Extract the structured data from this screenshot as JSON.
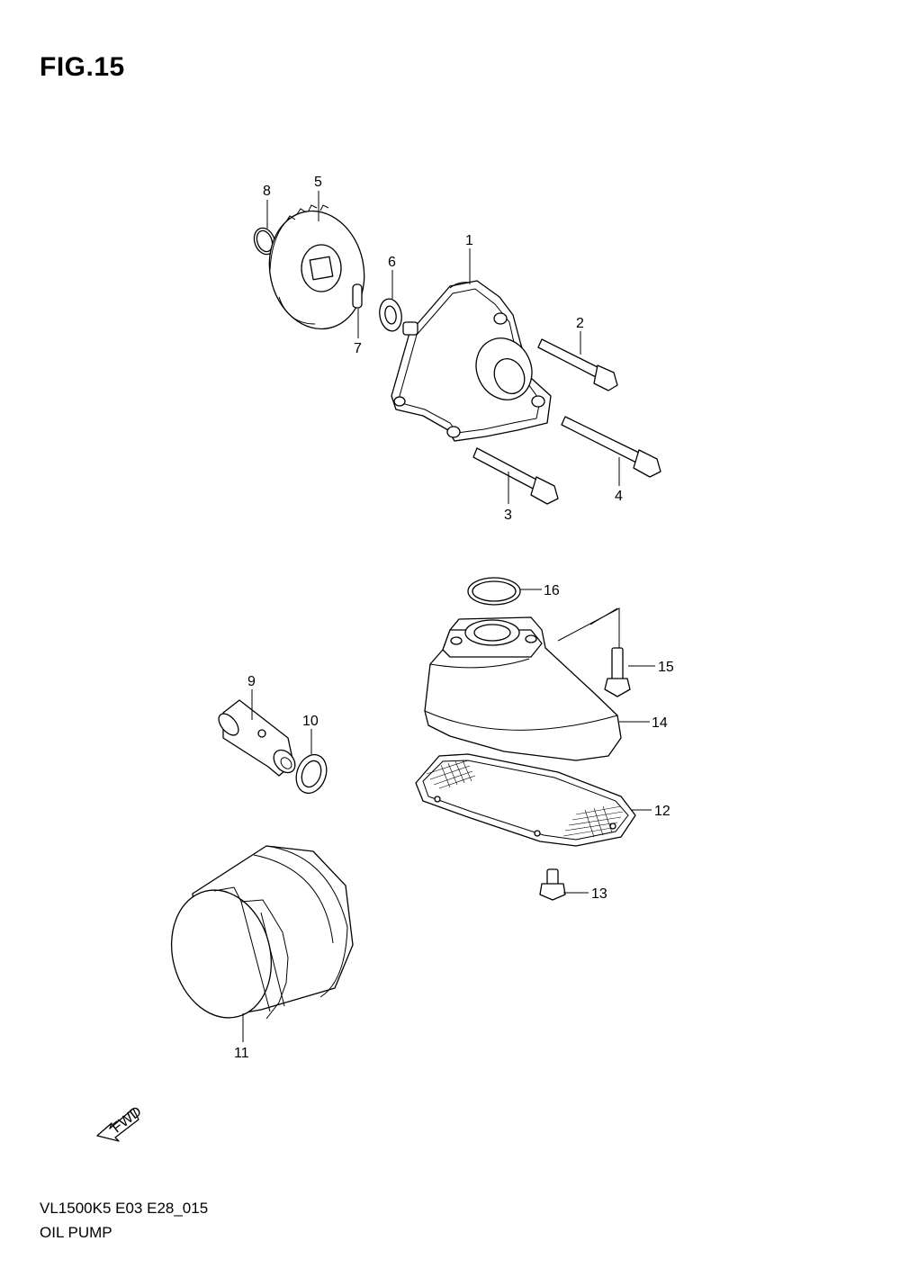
{
  "figure": {
    "title": "FIG.15",
    "model_code": "VL1500K5 E03 E28_015",
    "group_name": "OIL PUMP"
  },
  "fwd_label": "FWD",
  "callouts": [
    {
      "num": "1",
      "part": "oil-pump-body"
    },
    {
      "num": "2",
      "part": "bolt"
    },
    {
      "num": "3",
      "part": "bolt"
    },
    {
      "num": "4",
      "part": "bolt"
    },
    {
      "num": "5",
      "part": "drive-gear"
    },
    {
      "num": "6",
      "part": "washer"
    },
    {
      "num": "7",
      "part": "pin"
    },
    {
      "num": "8",
      "part": "circlip"
    },
    {
      "num": "9",
      "part": "relief-valve"
    },
    {
      "num": "10",
      "part": "gasket"
    },
    {
      "num": "11",
      "part": "oil-filter"
    },
    {
      "num": "12",
      "part": "strainer"
    },
    {
      "num": "13",
      "part": "bolt"
    },
    {
      "num": "14",
      "part": "strainer-cover"
    },
    {
      "num": "15",
      "part": "bolt"
    },
    {
      "num": "16",
      "part": "o-ring"
    }
  ]
}
